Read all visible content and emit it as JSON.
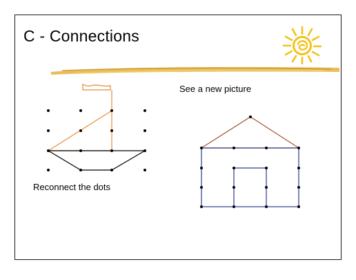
{
  "slide": {
    "title": "C - Connections",
    "left_caption": "Reconnect the dots",
    "right_caption": "See a new picture"
  },
  "decorations": {
    "logo_icon": "sun-icon",
    "title_underline": "brush-stroke"
  },
  "colors": {
    "sun": "#f2c21a",
    "underline": "#d9a62a",
    "boat_sail": "#e68a33",
    "flag": "#e68a33",
    "boat_hull": "#000000",
    "house_walls": "#283c8c",
    "house_roof": "#a0522d",
    "dots": "#000000"
  }
}
